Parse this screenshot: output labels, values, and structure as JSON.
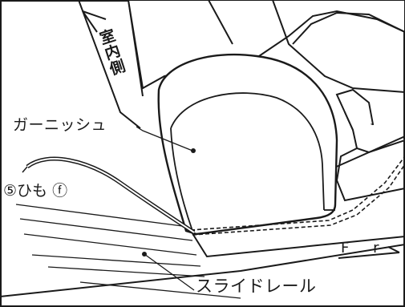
{
  "labels": {
    "interior_side": "室内側",
    "garnish": "ガーニッシュ",
    "string": "⑤ひも ⓕ",
    "slide_rail": "スライドレール",
    "direction": "F r"
  },
  "colors": {
    "line": "#1a1a1a",
    "background": "#ffffff",
    "border": "#1a1a1a"
  }
}
